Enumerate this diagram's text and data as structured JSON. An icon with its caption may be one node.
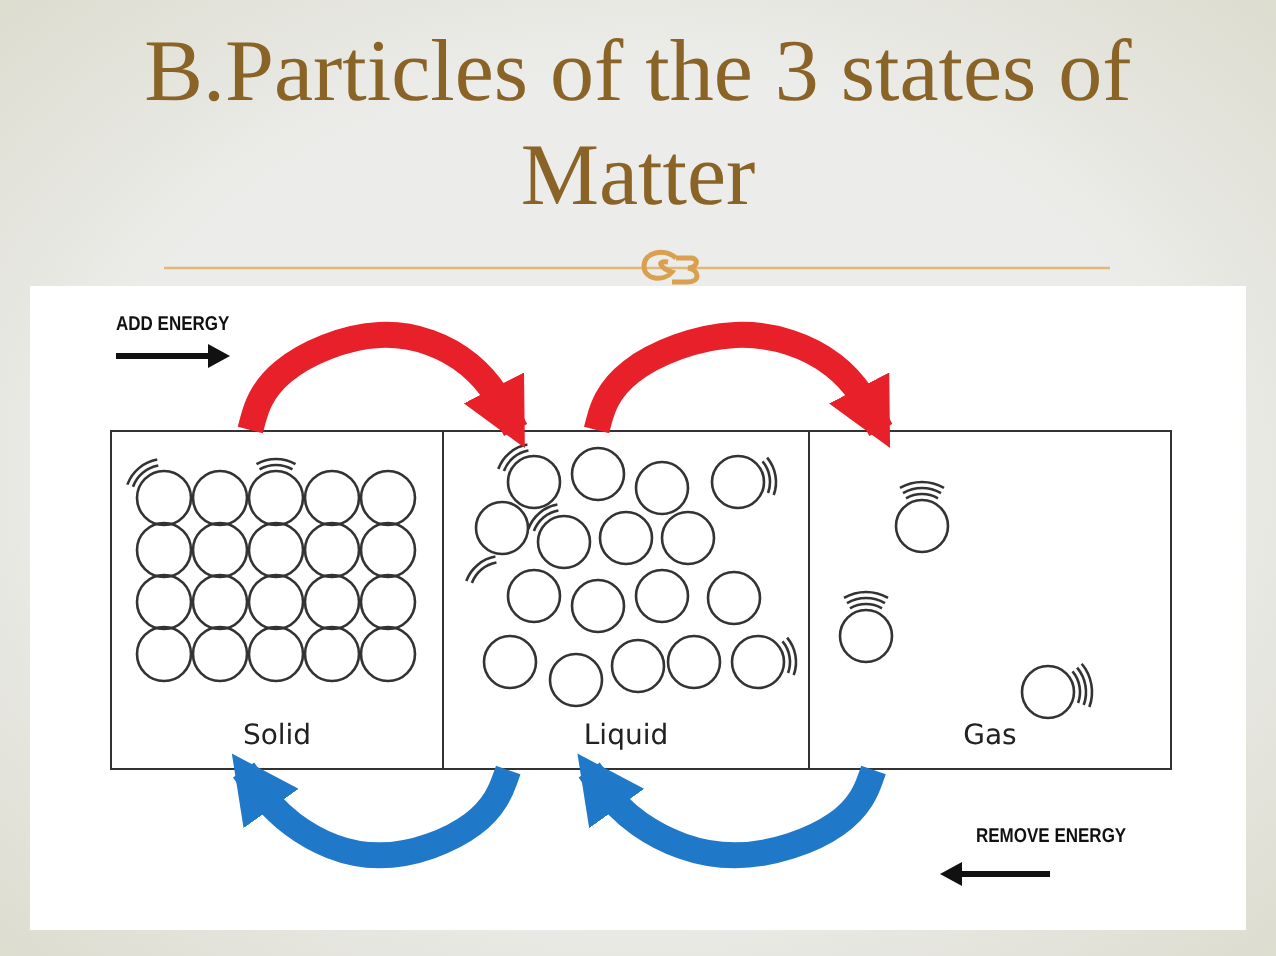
{
  "diagram": {
    "title": "B.Particles of the 3 states of Matter",
    "nodes": [
      {
        "text": [
          "Solid"
        ]
      },
      {
        "text": [
          "Liquid"
        ]
      },
      {
        "text": [
          "Gas"
        ]
      }
    ],
    "edges": [
      {
        "from": 0,
        "to": 1,
        "arrow": "to",
        "color": "#e8202a"
      },
      {
        "from": 1,
        "to": 2,
        "arrow": "to",
        "color": "#e8202a"
      },
      {
        "from": 1,
        "to": 0,
        "arrow": "to",
        "color": "#1f78c8"
      },
      {
        "from": 2,
        "to": 1,
        "arrow": "to",
        "color": "#1f78c8"
      }
    ],
    "labels": [
      "ADD ENERGY",
      "REMOVE ENERGY"
    ]
  }
}
